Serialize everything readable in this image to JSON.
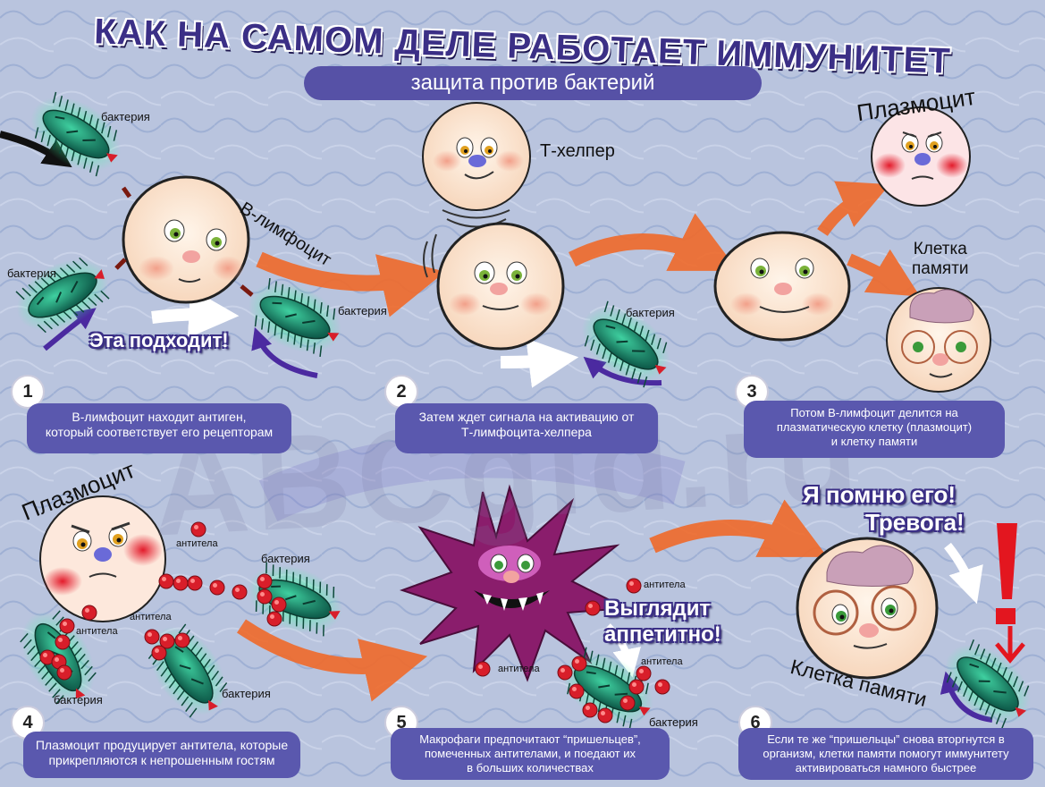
{
  "title": "КАК НА САМОМ ДЕЛЕ РАБОТАЕТ ИММУНИТЕТ",
  "subtitle": "защита против бактерий",
  "watermark": "ABCgid.ru",
  "labels": {
    "bacteria": "бактерия",
    "antibodies": "антитела",
    "b_lymphocyte": "В-лимфоцит",
    "t_helper": "Т-хелпер",
    "plasmocyte": "Плазмоцит",
    "memory_cell": "Клетка памяти",
    "memory_cell_top": "Клетка\nпамяти"
  },
  "shouts": {
    "fits": "Эта подходит!",
    "looks_tasty_1": "Выглядит",
    "looks_tasty_2": "аппетитно!",
    "remember_1": "Я помню его!",
    "remember_2": "Тревога!",
    "exclaim": "!"
  },
  "steps": [
    {
      "num": "1",
      "text": "В-лимфоцит находит антиген,\nкоторый соответствует его рецепторам"
    },
    {
      "num": "2",
      "text": "Затем ждет сигнала на активацию от\nТ-лимфоцита-хелпера"
    },
    {
      "num": "3",
      "text": "Потом В-лимфоцит делится на\nплазматическую клетку (плазмоцит)\nи клетку памяти"
    },
    {
      "num": "4",
      "text": "Плазмоцит продуцирует антитела, которые\nприкрепляются к непрошенным гостям"
    },
    {
      "num": "5",
      "text": "Макрофаги предпочитают “пришельцев”,\nпомеченных антителами, и поедают их\nв больших количествах"
    },
    {
      "num": "6",
      "text": "Если те же “пришельцы” снова вторгнутся в\nорганизм, клетки памяти помогут иммунитету\nактивироваться намного быстрее"
    }
  ],
  "colors": {
    "banner": "#5651a6",
    "title": "#3b2f86",
    "arrow": "#f06a2a",
    "bacteria": "#1f9a7a",
    "antibody": "#d81e2a",
    "macrophage": "#8a1d6c",
    "cell": "#fde2cf"
  }
}
